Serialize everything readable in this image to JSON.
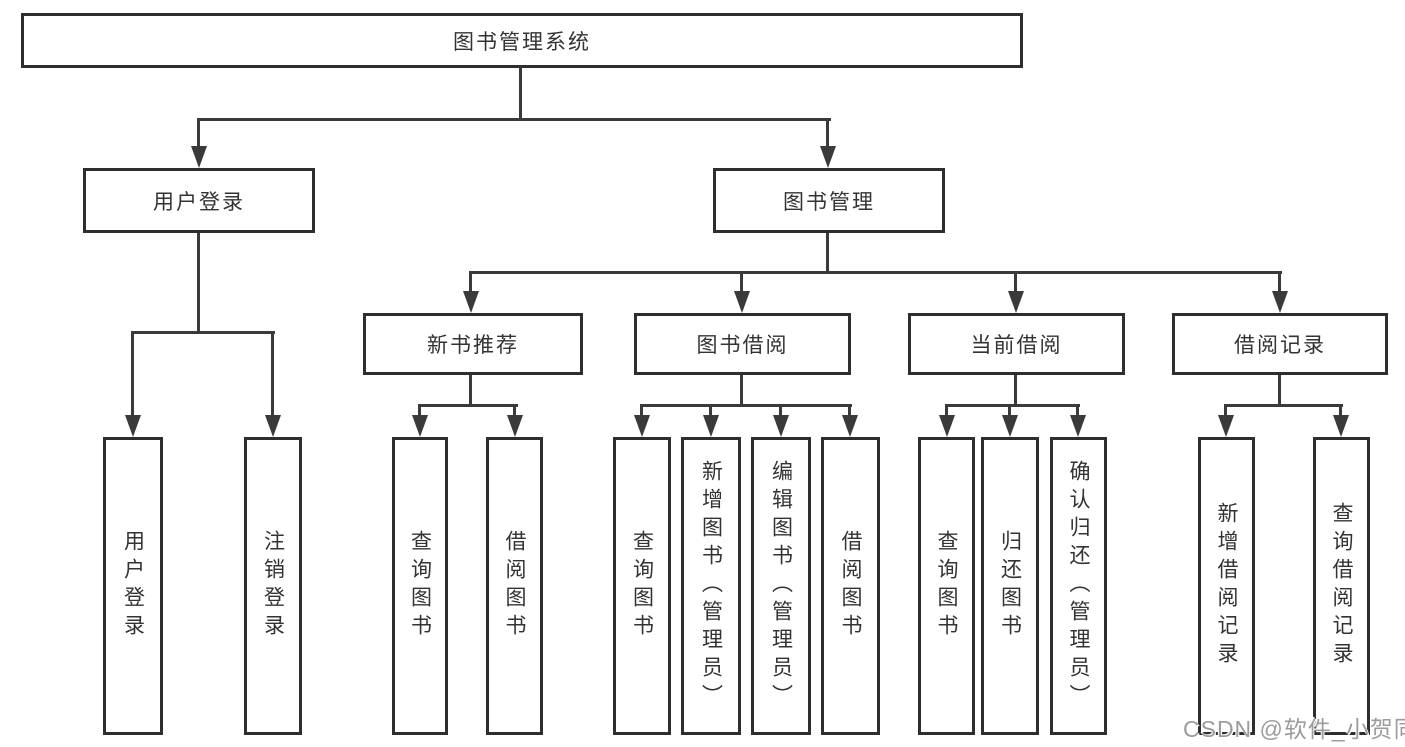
{
  "tree": {
    "root": {
      "label": "图书管理系统"
    },
    "level2": [
      {
        "label": "用户登录",
        "children": [
          {
            "label": "用户登录"
          },
          {
            "label": "注销登录"
          }
        ]
      },
      {
        "label": "图书管理",
        "children": [
          {
            "label": "新书推荐",
            "children": [
              {
                "label": "查询图书"
              },
              {
                "label": "借阅图书"
              }
            ]
          },
          {
            "label": "图书借阅",
            "children": [
              {
                "label": "查询图书"
              },
              {
                "label": "新增图书（管理员）"
              },
              {
                "label": "编辑图书（管理员）"
              },
              {
                "label": "借阅图书"
              }
            ]
          },
          {
            "label": "当前借阅",
            "children": [
              {
                "label": "查询图书"
              },
              {
                "label": "归还图书"
              },
              {
                "label": "确认归还（管理员）"
              }
            ]
          },
          {
            "label": "借阅记录",
            "children": [
              {
                "label": "新增借阅记录"
              },
              {
                "label": "查询借阅记录"
              }
            ]
          }
        ]
      }
    ]
  },
  "watermark": {
    "text": "CSDN @软件_小贺同学"
  },
  "colors": {
    "line": "#3a3a3a",
    "box_border": "#2e2e2e",
    "text": "#333333",
    "watermark": "#9c9c9c",
    "background": "#ffffff"
  }
}
